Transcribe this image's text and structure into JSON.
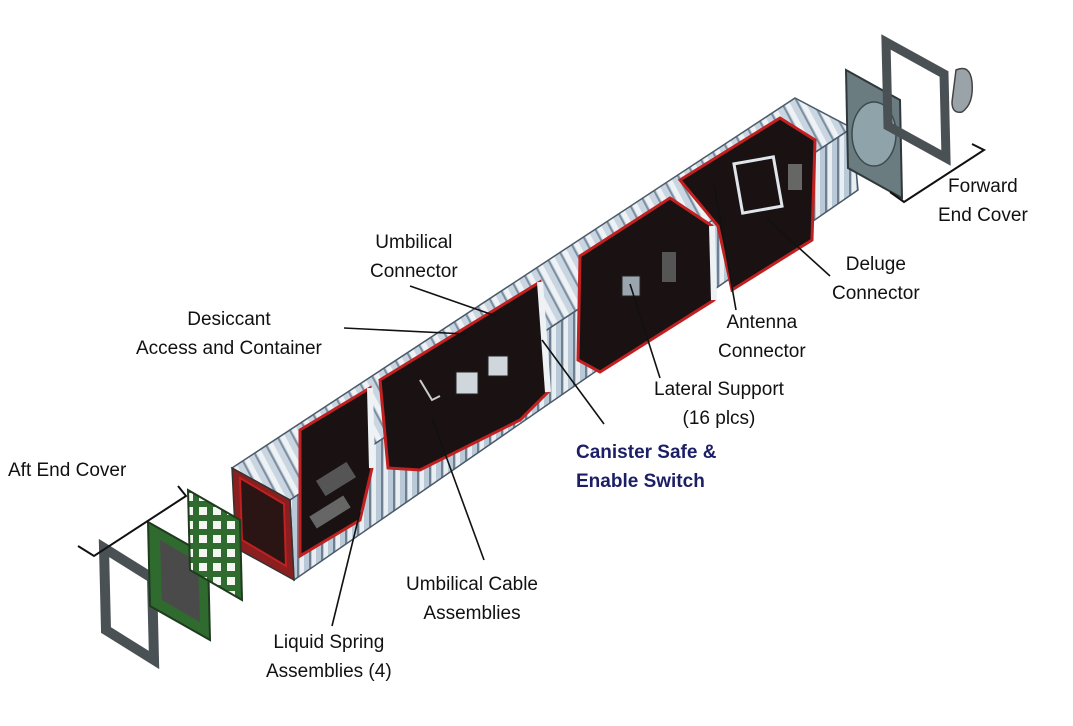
{
  "colors": {
    "panel": "#c9d6e2",
    "panel_light": "#eef2f5",
    "interior": "#1a1212",
    "seal": "#c02020",
    "board": "#2f6b2f",
    "cover_frame": "#4a5154",
    "highlight_label": "#1d1f66"
  },
  "labels": {
    "forward_end_cover": [
      "Forward",
      "End Cover"
    ],
    "deluge_connector": [
      "Deluge",
      "Connector"
    ],
    "antenna_connector": [
      "Antenna",
      "Connector"
    ],
    "lateral_support": [
      "Lateral Support",
      "(16 plcs)"
    ],
    "canister_switch": [
      "Canister Safe &",
      "Enable Switch"
    ],
    "umbilical_connector": [
      "Umbilical",
      "Connector"
    ],
    "desiccant": [
      "Desiccant",
      "Access and Container"
    ],
    "aft_end_cover": [
      "Aft End Cover"
    ],
    "umbilical_cable": [
      "Umbilical Cable",
      "Assemblies"
    ],
    "liquid_spring": [
      "Liquid Spring",
      "Assemblies (4)"
    ]
  }
}
